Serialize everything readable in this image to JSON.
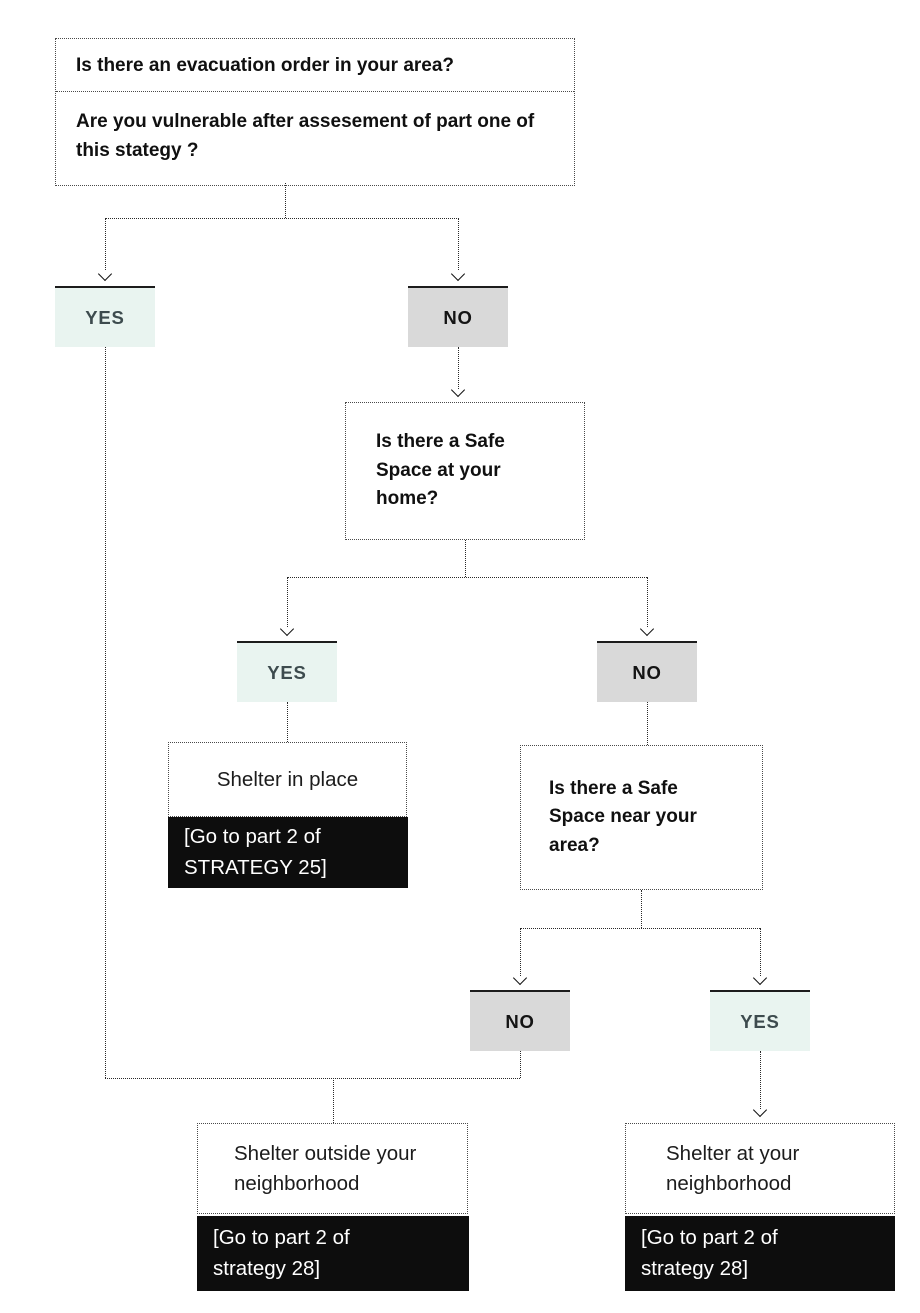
{
  "nodes": {
    "q_evacuation": "Is there an evacuation order in your area?",
    "q_vulnerable": "Are you vulnerable after assesement of part one of this stategy ?",
    "yes_evacuation": "YES",
    "no_evacuation": "NO",
    "q_safe_home": "Is there a Safe Space at your home?",
    "yes_safe_home": "YES",
    "no_safe_home": "NO",
    "outcome_shelter_in_place": "Shelter in place",
    "action_strategy_25": "[Go to part 2 of STRATEGY 25]",
    "q_safe_area": "Is there a Safe Space near your area?",
    "no_safe_area": "NO",
    "yes_safe_area": "YES",
    "outcome_shelter_outside": "Shelter outside your neighborhood",
    "action_strategy_28_outside": "[Go to part 2 of strategy 28]",
    "outcome_shelter_neighborhood": "Shelter at your neighborhood",
    "action_strategy_28_neighborhood": "[Go to part 2 of strategy 28]"
  },
  "colors": {
    "yes_bg": "#e9f4f0",
    "yes_text": "#3d4b4e",
    "no_bg": "#d9d9d9",
    "no_text": "#141414",
    "action_bg": "#0d0d0d",
    "action_text": "#ffffff",
    "line_color": "#2a2a2a"
  }
}
